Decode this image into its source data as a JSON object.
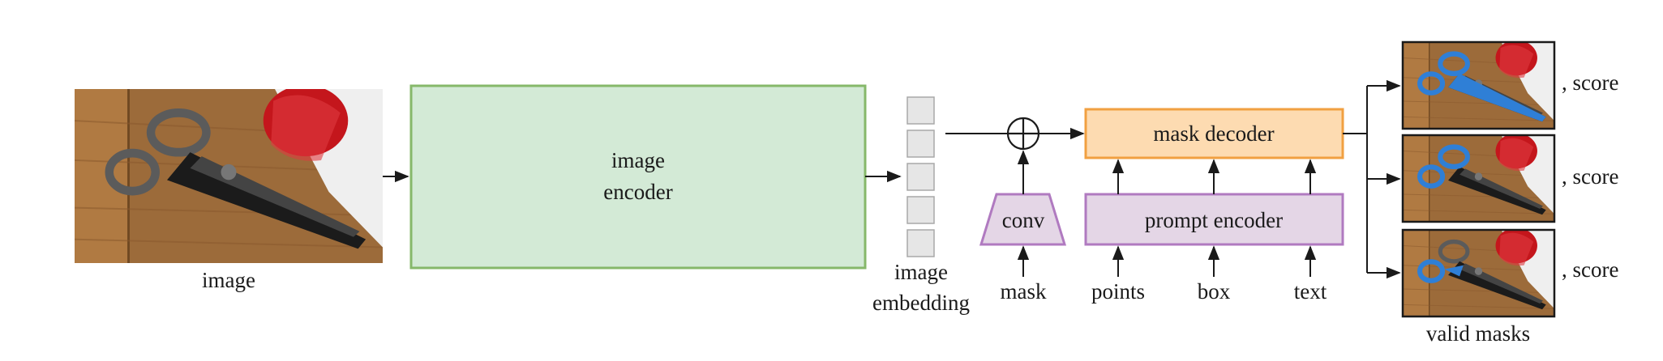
{
  "input": {
    "label": "image"
  },
  "encoder": {
    "line1": "image",
    "line2": "encoder"
  },
  "embedding": {
    "line1": "image",
    "line2": "embedding"
  },
  "conv": {
    "label": "conv",
    "input_label": "mask"
  },
  "decoder": {
    "label": "mask decoder"
  },
  "prompt_encoder": {
    "label": "prompt encoder",
    "inputs": [
      "points",
      "box",
      "text"
    ]
  },
  "outputs": {
    "score_labels": [
      ", score",
      ", score",
      ", score"
    ],
    "caption": "valid masks"
  },
  "colors": {
    "encoder_fill": "#d3ead6",
    "encoder_stroke": "#86b86a",
    "decoder_fill": "#fddbb1",
    "decoder_stroke": "#f1a041",
    "prompt_fill": "#e4d6e6",
    "prompt_stroke": "#b07ac0",
    "embedding_fill": "#e6e6e6",
    "embedding_stroke": "#a8a8a8",
    "mask_blue": "#2f7fd6"
  }
}
